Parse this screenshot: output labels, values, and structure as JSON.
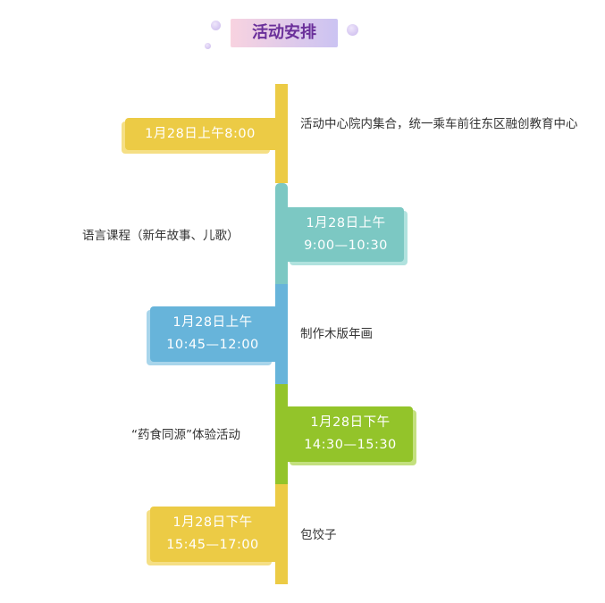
{
  "title": "活动安排",
  "colors": {
    "yellow": "#ECCB45",
    "teal": "#7CC8C3",
    "blue": "#67B4DA",
    "green": "#93C42A"
  },
  "events": [
    {
      "time_line1": "1月28日上午8:00",
      "time_line2": "",
      "desc": "活动中心院内集合，统一乘车前往东区融创教育中心"
    },
    {
      "time_line1": "1月28日上午",
      "time_line2": "9:00—10:30",
      "desc": "语言课程（新年故事、儿歌）"
    },
    {
      "time_line1": "1月28日上午",
      "time_line2": "10:45—12:00",
      "desc": "制作木版年画"
    },
    {
      "time_line1": "1月28日下午",
      "time_line2": "14:30—15:30",
      "desc": "“药食同源”体验活动"
    },
    {
      "time_line1": "1月28日下午",
      "time_line2": "15:45—17:00",
      "desc": "包饺子"
    }
  ]
}
